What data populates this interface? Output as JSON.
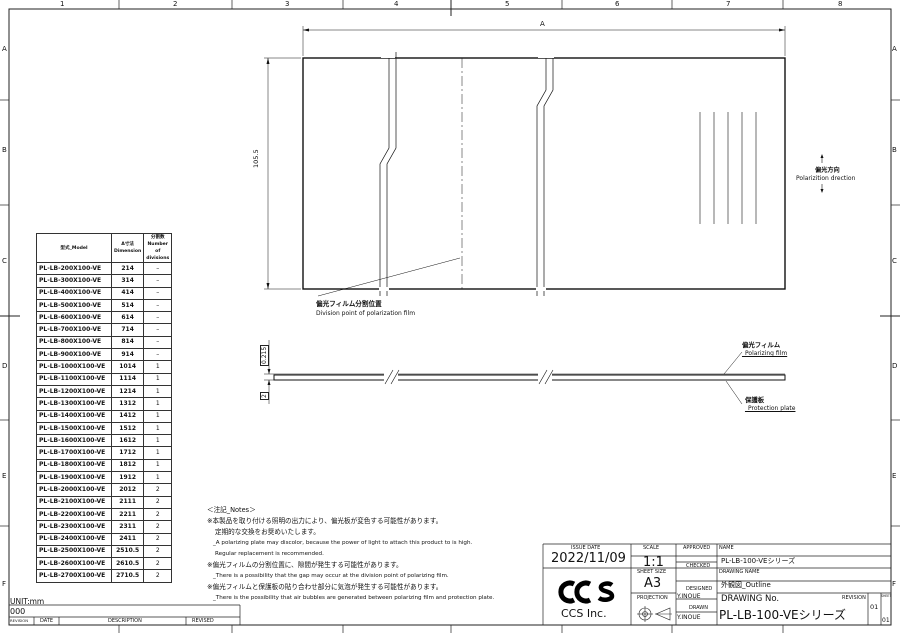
{
  "zones": {
    "columns": [
      "1",
      "2",
      "3",
      "4",
      "5",
      "6",
      "7",
      "8"
    ],
    "rows": [
      "A",
      "B",
      "C",
      "D",
      "E",
      "F"
    ]
  },
  "dims": {
    "length": "A",
    "height": "105.5",
    "film": "0.215",
    "plate": "2"
  },
  "labels": {
    "division_jp": "偏光フィルム分割位置",
    "division_en": "Division point of polarization film",
    "polarization_jp": "偏光方向",
    "polarization_en": "Polarizition drection",
    "film_jp": "偏光フィルム",
    "film_en": "_Polarizing film",
    "plate_jp": "保護板",
    "plate_en": "_Protection plate"
  },
  "model_table": {
    "headers": [
      "型式_Model",
      "A寸法\nDimension",
      "分割数\nNumber of\ndivisions"
    ],
    "rows": [
      [
        "PL-LB-200X100-VE",
        "214",
        "–"
      ],
      [
        "PL-LB-300X100-VE",
        "314",
        "–"
      ],
      [
        "PL-LB-400X100-VE",
        "414",
        "–"
      ],
      [
        "PL-LB-500X100-VE",
        "514",
        "–"
      ],
      [
        "PL-LB-600X100-VE",
        "614",
        "–"
      ],
      [
        "PL-LB-700X100-VE",
        "714",
        "–"
      ],
      [
        "PL-LB-800X100-VE",
        "814",
        "–"
      ],
      [
        "PL-LB-900X100-VE",
        "914",
        "–"
      ],
      [
        "PL-LB-1000X100-VE",
        "1014",
        "1"
      ],
      [
        "PL-LB-1100X100-VE",
        "1114",
        "1"
      ],
      [
        "PL-LB-1200X100-VE",
        "1214",
        "1"
      ],
      [
        "PL-LB-1300X100-VE",
        "1312",
        "1"
      ],
      [
        "PL-LB-1400X100-VE",
        "1412",
        "1"
      ],
      [
        "PL-LB-1500X100-VE",
        "1512",
        "1"
      ],
      [
        "PL-LB-1600X100-VE",
        "1612",
        "1"
      ],
      [
        "PL-LB-1700X100-VE",
        "1712",
        "1"
      ],
      [
        "PL-LB-1800X100-VE",
        "1812",
        "1"
      ],
      [
        "PL-LB-1900X100-VE",
        "1912",
        "1"
      ],
      [
        "PL-LB-2000X100-VE",
        "2012",
        "2"
      ],
      [
        "PL-LB-2100X100-VE",
        "2111",
        "2"
      ],
      [
        "PL-LB-2200X100-VE",
        "2211",
        "2"
      ],
      [
        "PL-LB-2300X100-VE",
        "2311",
        "2"
      ],
      [
        "PL-LB-2400X100-VE",
        "2411",
        "2"
      ],
      [
        "PL-LB-2500X100-VE",
        "2510.5",
        "2"
      ],
      [
        "PL-LB-2600X100-VE",
        "2610.5",
        "2"
      ],
      [
        "PL-LB-2700X100-VE",
        "2710.5",
        "2"
      ]
    ]
  },
  "notes": {
    "heading": "＜注記_Notes＞",
    "n1_jp": "※本製品を取り付ける照明の出力により、偏光板が変色する可能性があります。",
    "n1b_jp": "定期的な交換をお奨めいたします。",
    "n1_en": "_A polarizing plate may discolor, because the power of light to attach this product to is high.",
    "n1b_en": "Regular replacement is recommended.",
    "n2_jp": "※偏光フィルムの分割位置に、隙間が発生する可能性があります。",
    "n2_en": "_There is a possibility that the gap may occur at the division point of polarizing film.",
    "n3_jp": "※偏光フィルムと保護板の貼り合わせ部分に気泡が発生する可能性があります。",
    "n3_en": "_There is the possibility that air bubbles are generated between polarizing film and protection plate."
  },
  "revision_block": {
    "unit": "UNIT:mm",
    "revision_value": "000",
    "headers": [
      "REVISION",
      "DATE",
      "DESCRIPTION",
      "REVISED"
    ]
  },
  "title_block": {
    "issue_date_label": "ISSUE DATE",
    "issue_date": "2022/11/09",
    "scale_label": "SCALE",
    "scale": "1:1",
    "sheet_size_label": "SHEET SIZE",
    "sheet_size": "A3",
    "projection_label": "PROJECTION",
    "approved_label": "APPROVED",
    "checked_label": "CHECKED",
    "designed_label": "DESIGNED",
    "drawn_label": "DRAWN",
    "designed_by": "Y.INOUE",
    "drawn_by": "Y.INOUE",
    "name_label": "NAME",
    "name": "PL-LB-100-VEシリーズ",
    "drawing_name_label": "DRAWING NAME",
    "drawing_name": "外観図_Outline",
    "drawing_no_label": "DRAWING No.",
    "drawing_no": "PL-LB-100-VEシリーズ",
    "revision_label": "REVISION",
    "revision": "01",
    "sheet_label": "SHEET",
    "sheet": "01",
    "company": "CCS Inc."
  }
}
